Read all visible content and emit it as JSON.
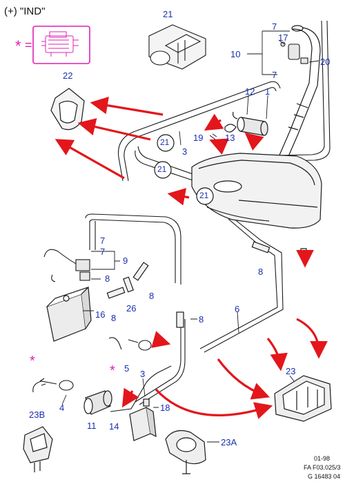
{
  "header": {
    "title": "(+) \"IND\"",
    "star": "*",
    "equals": "="
  },
  "colors": {
    "number": "#1a2fb0",
    "accent": "#e01fb5",
    "arrow": "#e3161b",
    "line": "#1a1a1a"
  },
  "callouts": {
    "c21_top": "21",
    "c22": "22",
    "c7_top": "7",
    "c17": "17",
    "c10": "10",
    "c20": "20",
    "c7_mid": "7",
    "c12": "12",
    "c1": "1",
    "c19": "19",
    "c13": "13",
    "c3_top": "3",
    "c21_a": "21",
    "c21_b": "21",
    "c21_c": "21",
    "c7_l1": "7",
    "c7_l2": "7",
    "c9": "9",
    "c8_l": "8",
    "c8_r": "8",
    "c26": "26",
    "c8_b": "8",
    "c16": "16",
    "c8_c": "8",
    "c6": "6",
    "c5": "5",
    "c3_b": "3",
    "c4": "4",
    "c11": "11",
    "c18": "18",
    "c14": "14",
    "c23": "23",
    "c23b": "23B",
    "c23a": "23A"
  },
  "stars": {
    "s_left": "*",
    "s_mid": "*"
  },
  "footer": {
    "date": "01-98",
    "ref": "FA F03.025/3",
    "code": "G 16483 04"
  }
}
